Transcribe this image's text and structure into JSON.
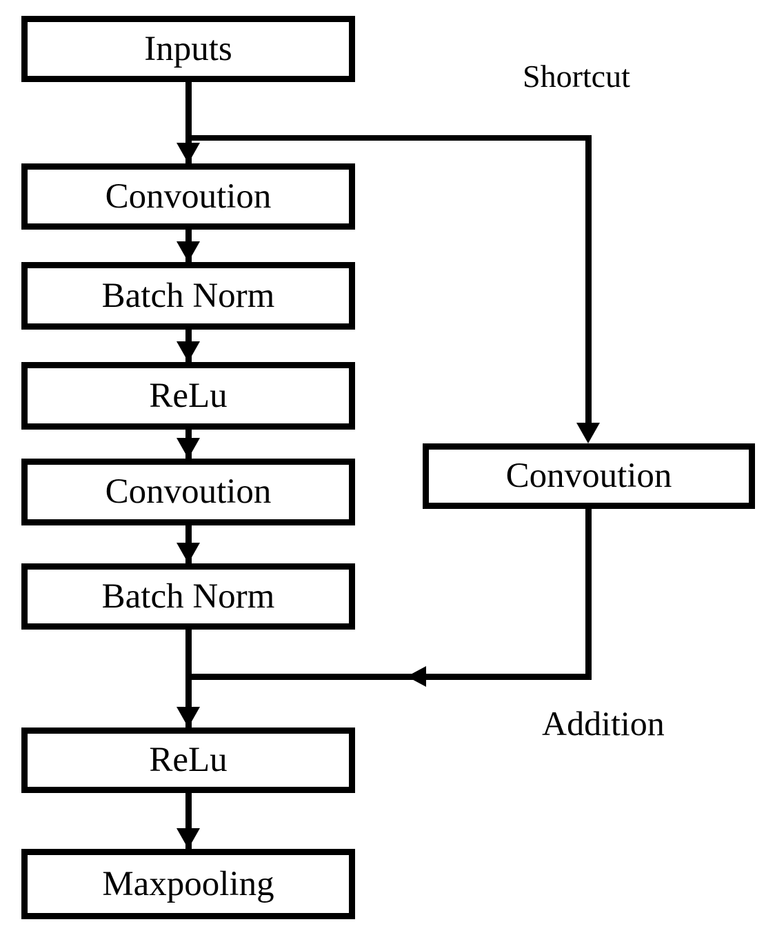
{
  "diagram": {
    "type": "flowchart",
    "description": "Residual convolution block flow diagram",
    "nodes": [
      {
        "id": "inputs",
        "label": "Inputs"
      },
      {
        "id": "conv1",
        "label": "Convoution"
      },
      {
        "id": "batchnorm1",
        "label": "Batch Norm"
      },
      {
        "id": "relu1",
        "label": "ReLu"
      },
      {
        "id": "conv2",
        "label": "Convoution"
      },
      {
        "id": "batchnorm2",
        "label": "Batch Norm"
      },
      {
        "id": "relu2",
        "label": "ReLu"
      },
      {
        "id": "maxpooling",
        "label": "Maxpooling"
      },
      {
        "id": "conv_shortcut",
        "label": "Convoution"
      }
    ],
    "edges": [
      {
        "from": "inputs",
        "to": "conv1"
      },
      {
        "from": "conv1",
        "to": "batchnorm1"
      },
      {
        "from": "batchnorm1",
        "to": "relu1"
      },
      {
        "from": "relu1",
        "to": "conv2"
      },
      {
        "from": "conv2",
        "to": "batchnorm2"
      },
      {
        "from": "batchnorm2",
        "to": "relu2"
      },
      {
        "from": "relu2",
        "to": "maxpooling"
      },
      {
        "from": "inputs",
        "to": "conv_shortcut",
        "label": "Shortcut"
      },
      {
        "from": "conv_shortcut",
        "to": "relu2",
        "label": "Addition"
      }
    ],
    "edge_labels": {
      "shortcut": "Shortcut",
      "addition": "Addition"
    },
    "colors": {
      "line": "#000000",
      "box_background": "#ffffff",
      "text": "#000000",
      "page_background": "#ffffff"
    }
  }
}
